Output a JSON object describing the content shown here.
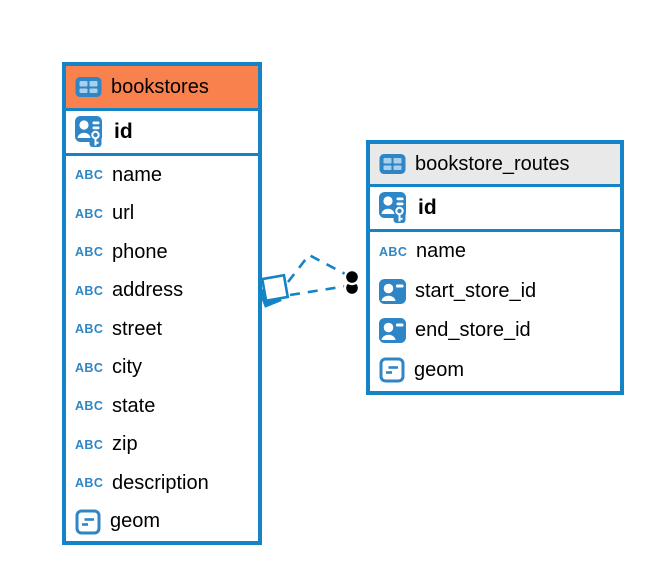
{
  "diagram": {
    "tables": [
      {
        "name": "bookstores",
        "header_color": "#f8814e",
        "columns": [
          {
            "name": "id",
            "icon": "primary-key"
          },
          {
            "name": "name",
            "icon": "text"
          },
          {
            "name": "url",
            "icon": "text"
          },
          {
            "name": "phone",
            "icon": "text"
          },
          {
            "name": "address",
            "icon": "text"
          },
          {
            "name": "street",
            "icon": "text"
          },
          {
            "name": "city",
            "icon": "text"
          },
          {
            "name": "state",
            "icon": "text"
          },
          {
            "name": "zip",
            "icon": "text"
          },
          {
            "name": "description",
            "icon": "text"
          },
          {
            "name": "geom",
            "icon": "geometry"
          }
        ]
      },
      {
        "name": "bookstore_routes",
        "header_color": "#e9e9e9",
        "columns": [
          {
            "name": "id",
            "icon": "primary-key"
          },
          {
            "name": "name",
            "icon": "text"
          },
          {
            "name": "start_store_id",
            "icon": "foreign-key"
          },
          {
            "name": "end_store_id",
            "icon": "foreign-key"
          },
          {
            "name": "geom",
            "icon": "geometry"
          }
        ]
      }
    ],
    "relationship": {
      "from_table": "bookstores",
      "to_table": "bookstore_routes",
      "line_style": "dashed"
    }
  },
  "icons": {
    "text_type_label": "ABC"
  },
  "colors": {
    "accent_blue": "#1484c6",
    "header_orange": "#f8814e",
    "header_gray": "#e9e9e9",
    "icon_blue": "#2f86c6",
    "icon_cell_light": "#a9cfea",
    "endpoint_dot": "#000000"
  }
}
